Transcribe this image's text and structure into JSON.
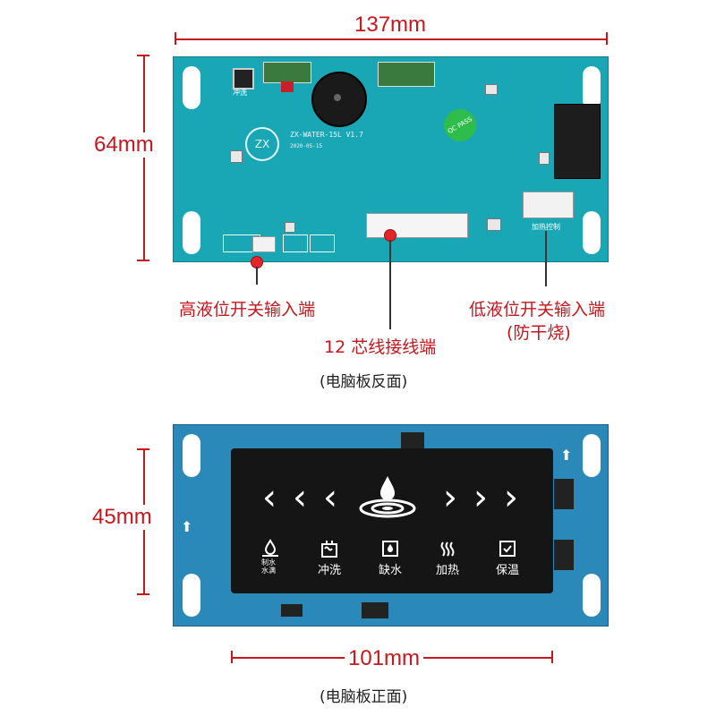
{
  "dimensions": {
    "back_width": "137mm",
    "back_height": "64mm",
    "front_height": "45mm",
    "front_width": "101mm"
  },
  "callouts": {
    "high_level": "高液位开关输入端",
    "connector_12": "12 芯线接线端",
    "low_level_line1": "低液位开关输入端",
    "low_level_line2": "(防干烧)"
  },
  "captions": {
    "back": "(电脑板反面)",
    "front": "(电脑板正面)"
  },
  "back_board": {
    "logo": "ZX",
    "model": "ZX-WATER-15L V1.7",
    "date": "2020-05-15",
    "qc_badge": "QC PASS",
    "button_label": "冲洗",
    "relay_label": "加热控制"
  },
  "front_panel": {
    "icons": [
      {
        "icon": "water-production-icon",
        "label": "制水\n水满"
      },
      {
        "icon": "flush-icon",
        "label": "冲洗"
      },
      {
        "icon": "water-shortage-icon",
        "label": "缺水"
      },
      {
        "icon": "heating-icon",
        "label": "加热"
      },
      {
        "icon": "keep-warm-icon",
        "label": "保温"
      }
    ]
  },
  "colors": {
    "dimension": "#c8161d",
    "back_pcb": "#19a7b6",
    "front_pcb": "#2a89b8",
    "panel": "#151515"
  }
}
